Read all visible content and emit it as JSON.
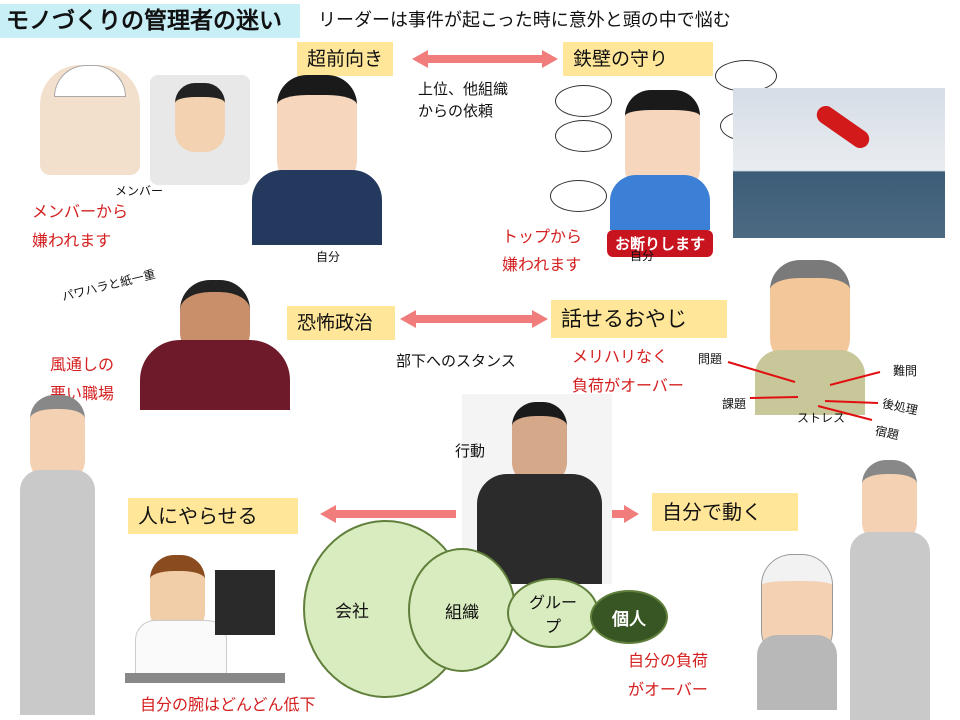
{
  "title": "モノづくりの管理者の迷い",
  "subtitle": "リーダーは事件が起こった時に意外と頭の中で悩む",
  "row1": {
    "left_label": "超前向き",
    "right_label": "鉄壁の守り",
    "middle": [
      "上位、他組織",
      "からの依頼"
    ],
    "member_label": "メンバー",
    "left_result": [
      "メンバーから",
      "嫌われます"
    ],
    "self_left": "自分",
    "right_result": [
      "トップから",
      "嫌われます"
    ],
    "self_right": "自分",
    "refuse_sign": "お断りします"
  },
  "row2": {
    "left_label": "恐怖政治",
    "right_label": "話せるおやじ",
    "middle": "部下へのスタンス",
    "left_note": "パワハラと紙一重",
    "left_result": [
      "風通しの",
      "悪い職場"
    ],
    "right_result": [
      "メリハリなく",
      "負荷がオーバー"
    ],
    "stress": {
      "center": "ストレス",
      "items": [
        "問題",
        "課題",
        "難問",
        "後処理",
        "宿題"
      ]
    }
  },
  "row3": {
    "action": "行動",
    "left_label": "人にやらせる",
    "right_label": "自分で動く",
    "circles": [
      "会社",
      "組織",
      "グループ",
      "個人"
    ],
    "left_result": "自分の腕はどんどん低下",
    "right_result": [
      "自分の負荷",
      "がオーバー"
    ]
  },
  "colors": {
    "arrow": "#f07c7c",
    "box": "#ffe699",
    "red_text": "#d42020",
    "circle_fill": "#d9ecbf",
    "circle_dark": "#375623"
  }
}
